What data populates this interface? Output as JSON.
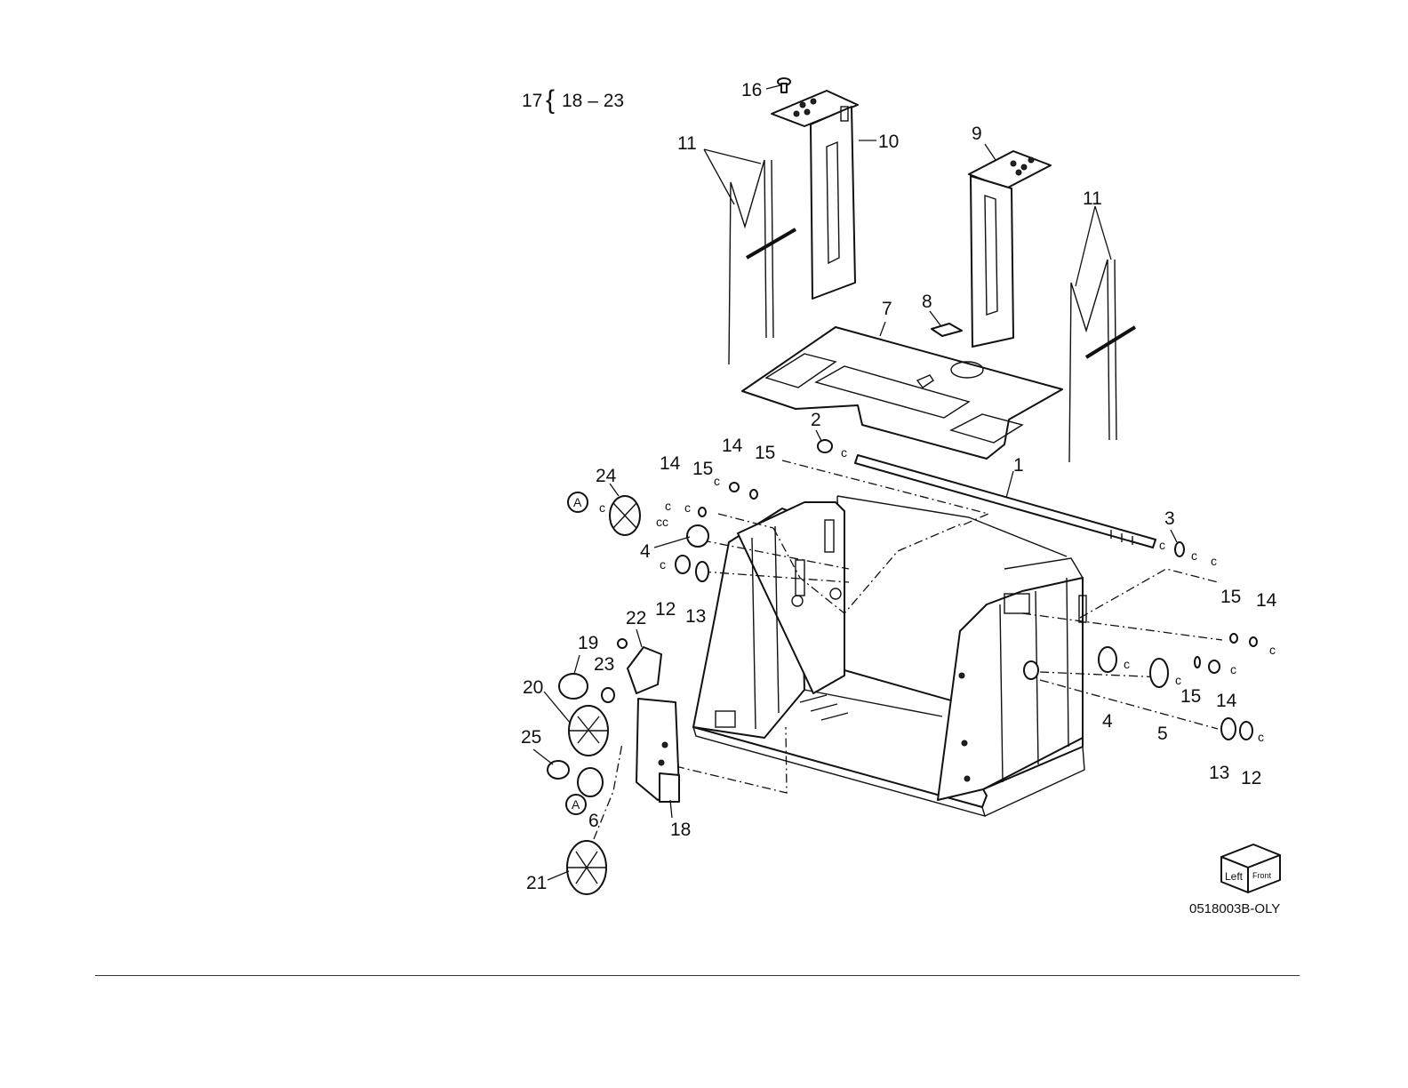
{
  "figure": {
    "code": "0518003B-OLY",
    "kit_note": {
      "parent": "17",
      "range": "18 – 23"
    },
    "orientation_box": {
      "left_face": "Left",
      "front_face": "Front"
    },
    "circle_ref": "A",
    "callouts": {
      "c1": "1",
      "c2": "2",
      "c3": "3",
      "c4a": "4",
      "c4b": "4",
      "c5": "5",
      "c6": "6",
      "c7": "7",
      "c8": "8",
      "c9": "9",
      "c10": "10",
      "c11a": "11",
      "c11b": "11",
      "c12a": "12",
      "c12b": "12",
      "c13a": "13",
      "c13b": "13",
      "c14a": "14",
      "c14b": "14",
      "c14c": "14",
      "c14d": "14",
      "c15a": "15",
      "c15b": "15",
      "c15c": "15",
      "c15d": "15",
      "c16": "16",
      "c18": "18",
      "c19": "19",
      "c20": "20",
      "c21": "21",
      "c22": "22",
      "c23": "23",
      "c24": "24",
      "c25": "25"
    }
  }
}
